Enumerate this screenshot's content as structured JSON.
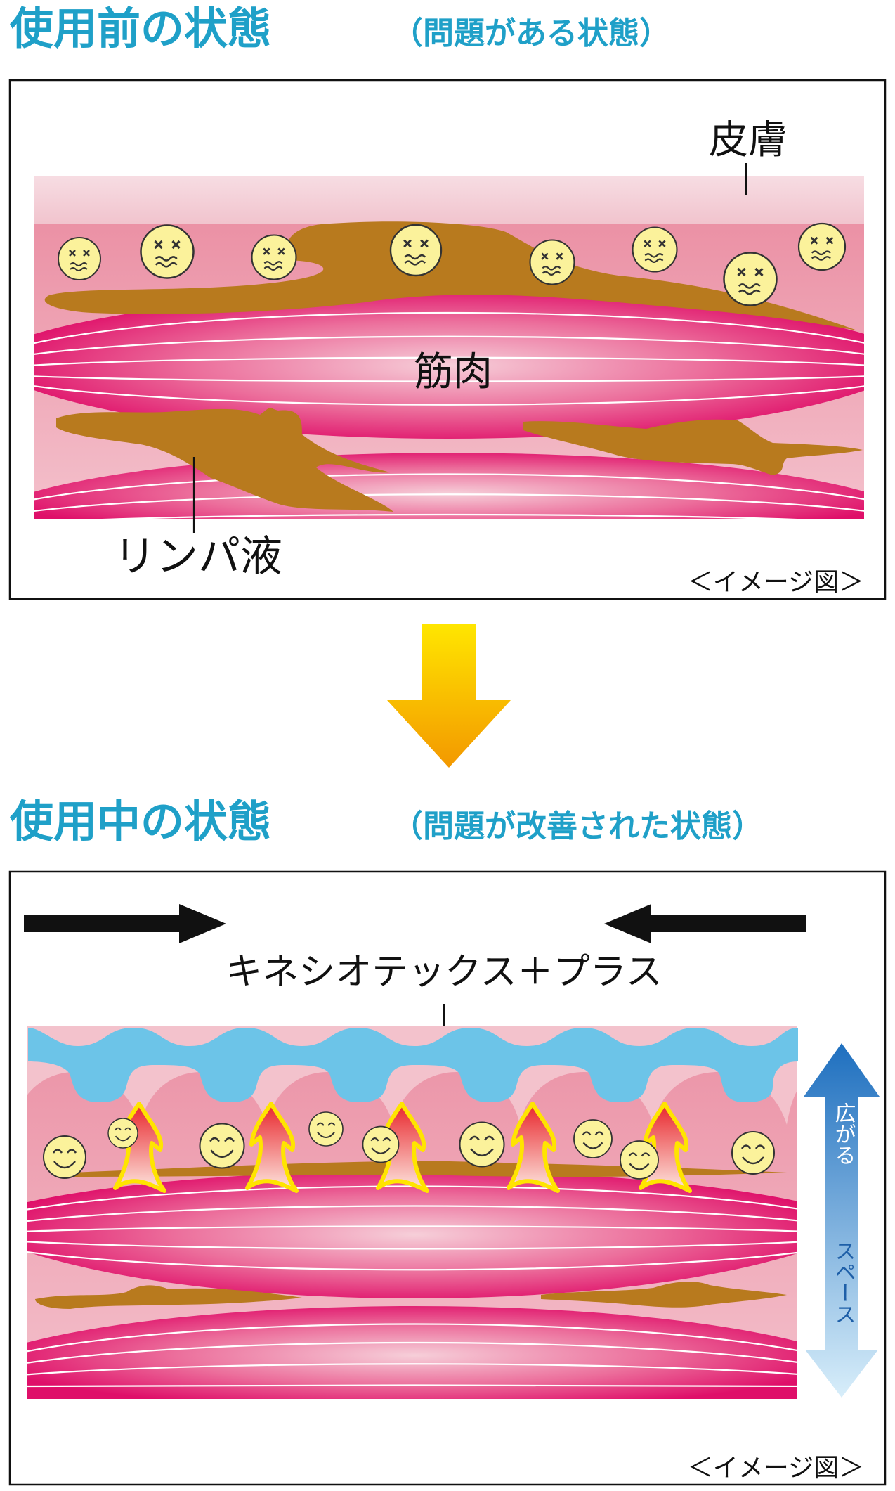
{
  "colors": {
    "title": "#1fa0c8",
    "skin": "#f3c9d1",
    "tissue": "#ec97aa",
    "muscle_edge": "#e0106a",
    "muscle_center": "#f4c7d2",
    "lymph": "#b87a1e",
    "face": "#fbf29b",
    "tape": "#6cc4e8",
    "flame_outer": "#ffe400",
    "flame_inner": "#e83b2c",
    "arrow_top": "#ffe600",
    "arrow_bottom": "#f39800",
    "space_arrow_top": "#1e6fbf",
    "space_arrow_bottom": "#cfe9f8"
  },
  "before": {
    "title": "使用前の状態",
    "subtitle": "（問題がある状態）",
    "label_skin": "皮膚",
    "label_muscle": "筋肉",
    "label_lymph": "リンパ液",
    "caption": "＜イメージ図＞",
    "face_icon": "sad-face-icon"
  },
  "after": {
    "title": "使用中の状態",
    "subtitle": "（問題が改善された状態）",
    "label_tape": "キネシオテックス＋プラス",
    "label_space_1": "広がる",
    "label_space_2": "スペース",
    "caption": "＜イメージ図＞",
    "face_icon": "smile-face-icon"
  }
}
